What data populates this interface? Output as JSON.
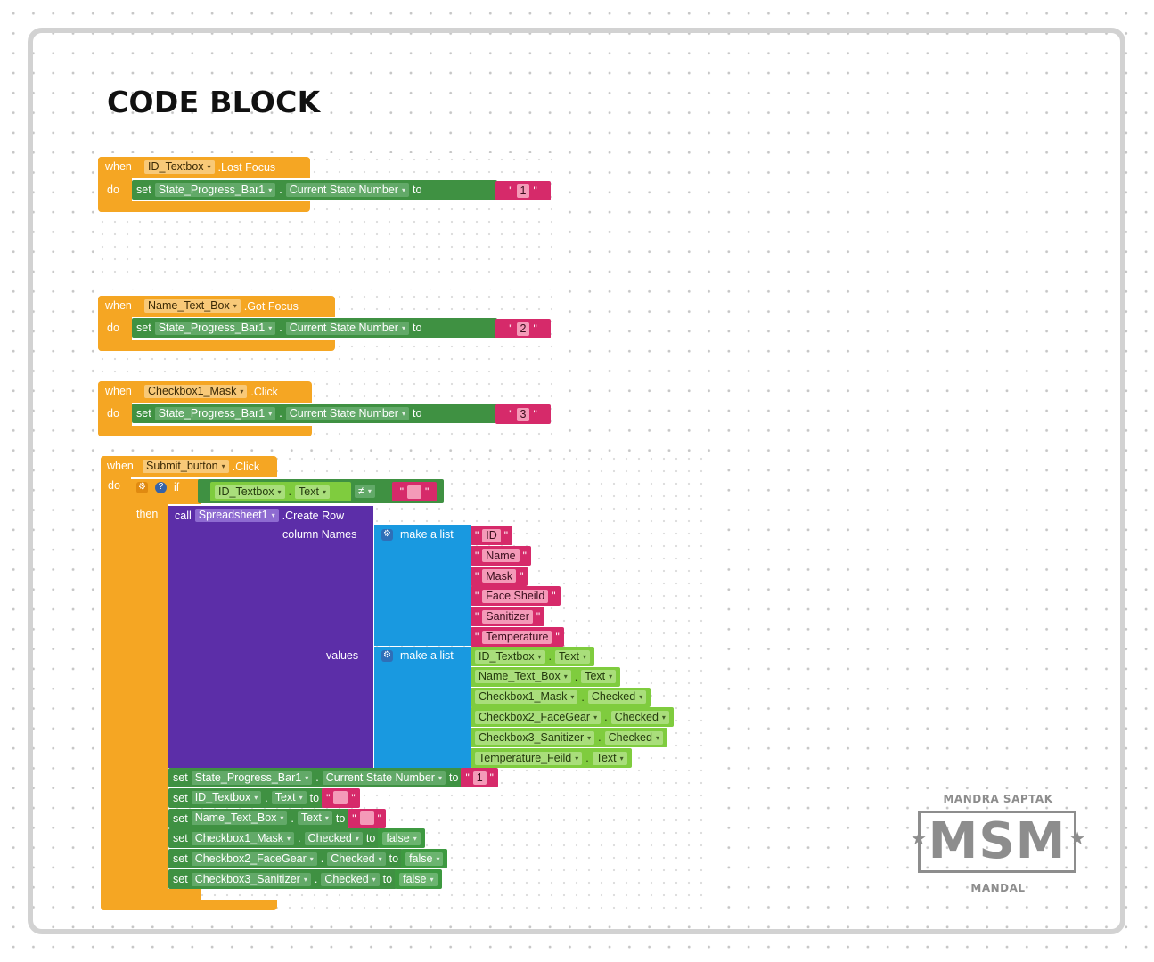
{
  "title": "CODE BLOCK",
  "logo": {
    "top": "MANDRA SAPTAK",
    "mark": "MSM",
    "bottom": "MANDAL"
  },
  "kw": {
    "when": "when",
    "do": "do",
    "set": "set",
    "to": "to",
    "then": "then",
    "call": "call",
    "if": "if",
    "make_list": "make a list",
    "column_names": "column Names",
    "values": "values",
    "dot": "."
  },
  "ev1": {
    "component": "ID_Textbox",
    "event": ".Lost Focus",
    "target": "State_Progress_Bar1",
    "prop": "Current State Number",
    "value": "1"
  },
  "ev2": {
    "component": "Name_Text_Box",
    "event": ".Got Focus",
    "target": "State_Progress_Bar1",
    "prop": "Current State Number",
    "value": "2"
  },
  "ev3": {
    "component": "Checkbox1_Mask",
    "event": ".Click",
    "target": "State_Progress_Bar1",
    "prop": "Current State Number",
    "value": "3"
  },
  "ev4": {
    "component": "Submit_button",
    "event": ".Click",
    "if": {
      "component": "ID_Textbox",
      "prop": "Text",
      "op": "≠",
      "value": ""
    },
    "call": {
      "component": "Spreadsheet1",
      "method": ".Create Row"
    },
    "column_names": [
      "ID",
      "Name",
      "Mask",
      "Face Sheild",
      "Sanitizer",
      "Temperature"
    ],
    "values": [
      {
        "c": "ID_Textbox",
        "p": "Text"
      },
      {
        "c": "Name_Text_Box",
        "p": "Text"
      },
      {
        "c": "Checkbox1_Mask",
        "p": "Checked"
      },
      {
        "c": "Checkbox2_FaceGear",
        "p": "Checked"
      },
      {
        "c": "Checkbox3_Sanitizer",
        "p": "Checked"
      },
      {
        "c": "Temperature_Feild",
        "p": "Text"
      }
    ],
    "sets": [
      {
        "c": "State_Progress_Bar1",
        "p": "Current State Number",
        "v": "1",
        "kind": "text"
      },
      {
        "c": "ID_Textbox",
        "p": "Text",
        "v": "",
        "kind": "text"
      },
      {
        "c": "Name_Text_Box",
        "p": "Text",
        "v": "",
        "kind": "text"
      },
      {
        "c": "Checkbox1_Mask",
        "p": "Checked",
        "v": "false",
        "kind": "logic"
      },
      {
        "c": "Checkbox2_FaceGear",
        "p": "Checked",
        "v": "false",
        "kind": "logic"
      },
      {
        "c": "Checkbox3_Sanitizer",
        "p": "Checked",
        "v": "false",
        "kind": "logic"
      }
    ]
  },
  "colors": {
    "event": "#f5a623",
    "setter": "#3f9142",
    "getter": "#7fcc3e",
    "text": "#d62a6a",
    "procedure": "#5c2ea8",
    "list": "#1999e0"
  }
}
